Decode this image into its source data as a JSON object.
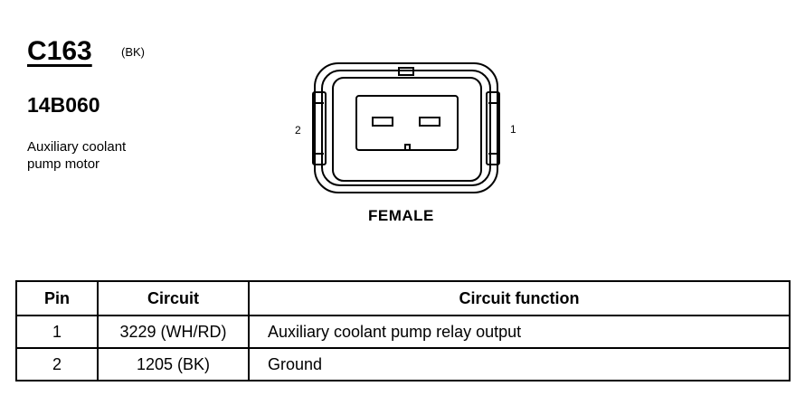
{
  "header": {
    "connector_id": "C163",
    "color_code": "(BK)",
    "part_number": "14B060",
    "description_line1": "Auxiliary coolant",
    "description_line2": "pump motor"
  },
  "diagram": {
    "pin_label_left": "2",
    "pin_label_right": "1",
    "gender": "FEMALE"
  },
  "table": {
    "headers": [
      "Pin",
      "Circuit",
      "Circuit function"
    ],
    "rows": [
      [
        "1",
        "3229 (WH/RD)",
        "Auxiliary coolant pump relay output"
      ],
      [
        "2",
        "1205 (BK)",
        "Ground"
      ]
    ]
  }
}
